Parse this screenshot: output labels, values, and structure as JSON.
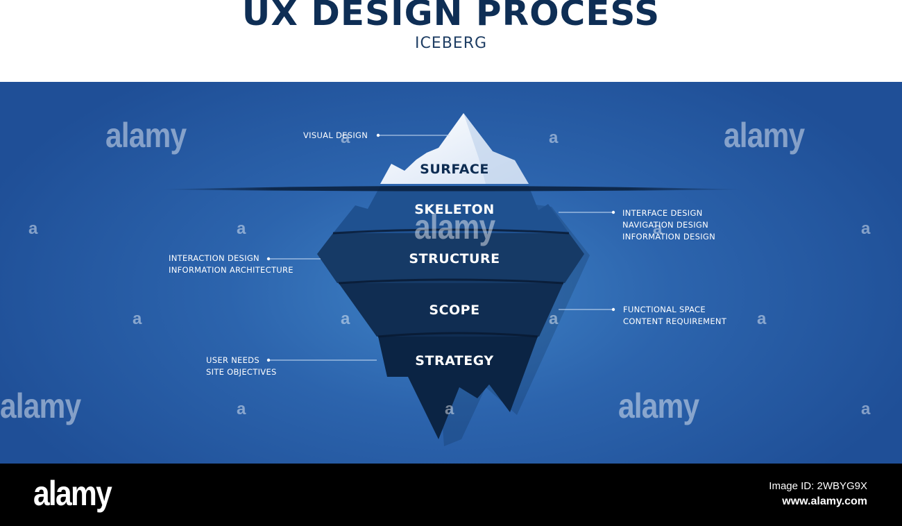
{
  "header": {
    "title": "UX DESIGN PROCESS",
    "subtitle": "ICEBERG"
  },
  "layers": [
    {
      "label": "SURFACE"
    },
    {
      "label": "SKELETON"
    },
    {
      "label": "STRUCTURE"
    },
    {
      "label": "SCOPE"
    },
    {
      "label": "STRATEGY"
    }
  ],
  "annotations": {
    "surface": [
      "VISUAL DESIGN"
    ],
    "skeleton": [
      "INTERFACE DESIGN",
      "NAVIGATION DESIGN",
      "INFORMATION DESIGN"
    ],
    "structure": [
      "INTERACTION DESIGN",
      "INFORMATION ARCHITECTURE"
    ],
    "scope": [
      "FUNCTIONAL SPACE",
      "CONTENT REQUIREMENT"
    ],
    "strategy": [
      "USER NEEDS",
      "SITE OBJECTIVES"
    ]
  },
  "watermark": {
    "big": "alamy",
    "small": "a"
  },
  "footer": {
    "logo": "alamy",
    "image_id": "Image ID: 2WBYG9X",
    "url": "www.alamy.com"
  },
  "colors": {
    "background": "#2c64ad",
    "title": "#0e2e55",
    "surface_ice": "#dfe9f7",
    "deep_layer": "#0b2444",
    "footer": "#000000"
  }
}
